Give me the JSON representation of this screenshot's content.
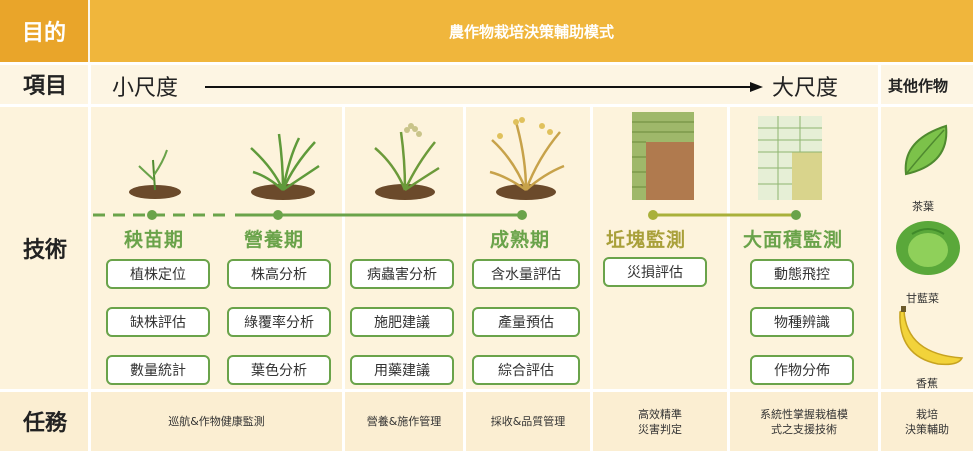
{
  "header": {
    "goal_label": "目的",
    "title": "農作物栽培決策輔助模式"
  },
  "scale_row": {
    "label": "項目",
    "small": "小尺度",
    "large": "大尺度",
    "other": "其他作物"
  },
  "tech_row": {
    "label": "技術",
    "stages": {
      "seedling": "秧苗期",
      "nutrition": "營養期",
      "mature": "成熟期",
      "plot": "坵塊監測",
      "area": "大面積監測"
    },
    "col1": [
      "植株定位",
      "缺株評估",
      "數量統計"
    ],
    "col2": [
      "株高分析",
      "綠覆率分析",
      "葉色分析"
    ],
    "col3": [
      "病蟲害分析",
      "施肥建議",
      "用藥建議"
    ],
    "col4": [
      "含水量評估",
      "產量預估",
      "綜合評估"
    ],
    "col5": [
      "災損評估"
    ],
    "col6": [
      "動態飛控",
      "物種辨識",
      "作物分佈"
    ],
    "crops": [
      "茶葉",
      "甘藍菜",
      "香蕉"
    ]
  },
  "task_row": {
    "label": "任務",
    "items": [
      "巡航&作物健康監測",
      "營養&施作管理",
      "採收&品質管理",
      "高效精準\n災害判定",
      "系統性掌握栽植模\n式之支援技術",
      "栽培\n決策輔助"
    ]
  },
  "colors": {
    "header": "#f0b63c",
    "green": "#6aa34a",
    "band": "#fbf0d6"
  }
}
